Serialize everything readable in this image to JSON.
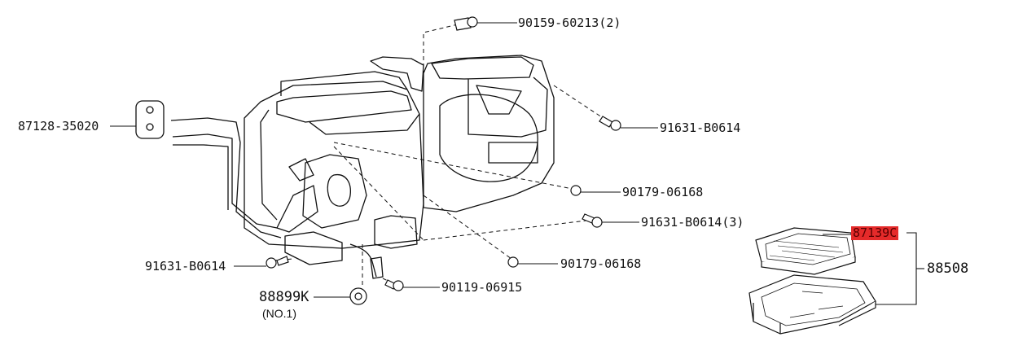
{
  "parts": {
    "p_90159": "90159-60213(2)",
    "p_91631_top": "91631-B0614",
    "p_87128": "87128-35020",
    "p_90179_a": "90179-06168",
    "p_91631_three": "91631-B0614(3)",
    "p_87139": "87139C",
    "p_88508": "88508",
    "p_91631_left": "91631-B0614",
    "p_90179_b": "90179-06168",
    "p_88899": "88899K",
    "p_88899_sub": "(NO.1)",
    "p_90119": "90119-06915"
  },
  "colors": {
    "highlight": "#e52a2a",
    "line": "#111111"
  }
}
